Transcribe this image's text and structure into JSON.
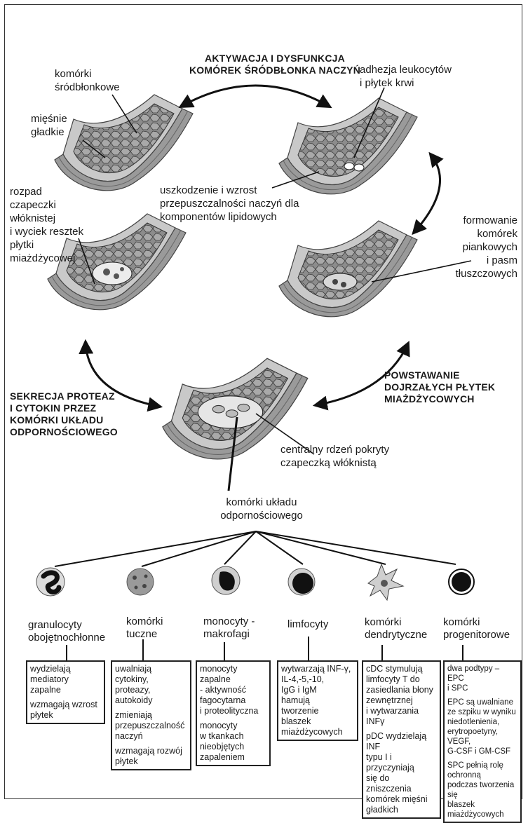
{
  "headings": {
    "top": "AKTYWACJA I DYSFUNKCJA\nKOMÓREK ŚRÓDBŁONKA NACZYŃ",
    "left": "SEKRECJA PROTEAZ\nI CYTOKIN PRZEZ\nKOMÓRKI UKŁADU\nODPORNOŚCIOWEGO",
    "right": "POWSTAWANIE\nDOJRZAŁYCH PŁYTEK\nMIAŻDŻYCOWYCH"
  },
  "labels": {
    "endothelial": "komórki\nśródbłonkowe",
    "smooth_muscle": "mięśnie\ngładkie",
    "adhesion": "adhezja leukocytów\ni płytek krwi",
    "damage": "uszkodzenie i wzrost\nprzepuszczalności naczyń dla\nkomponentów lipidowych",
    "rupture": "rozpad\nczapeczki\nwłóknistej\ni wyciek resztek\npłytki\nmiażdżycowej",
    "foam": "formowanie\nkomórek\npiankowych\ni pasm\ntłuszczowych",
    "core": "centralny rdzeń pokryty\nczapeczką włóknistą",
    "immune": "komórki układu\nodpornościowego"
  },
  "cells": [
    {
      "name": "granulocyty\nobojętnochłonne",
      "icon": "neutrophil-icon",
      "box": [
        "wydzielają\nmediatory zapalne",
        "wzmagają wzrost\npłytek"
      ]
    },
    {
      "name": "komórki\ntuczne",
      "icon": "mast-cell-icon",
      "box": [
        "uwalniają cytokiny,\nproteazy, autokoidy",
        "zmieniają\nprzepuszczalność\nnaczyń",
        "wzmagają rozwój\npłytek"
      ]
    },
    {
      "name": "monocyty -\nmakrofagi",
      "icon": "macrophage-icon",
      "box": [
        "monocyty zapalne\n- aktywność\nfagocytarna\ni proteolityczna",
        "monocyty\nw tkankach\nnieobjętych\nzapaleniem"
      ]
    },
    {
      "name": "limfocyty",
      "icon": "lymphocyte-icon",
      "box": [
        "wytwarzają INF-γ,\nIL-4,-5,-10,\nIgG i IgM\nhamują\ntworzenie\nblaszek\nmiażdżycowych"
      ]
    },
    {
      "name": "komórki\ndendrytyczne",
      "icon": "dendritic-cell-icon",
      "box": [
        "cDC stymulują\nlimfocyty T do\nzasiedlania błony\nzewnętrznej\ni wytwarzania INFγ",
        "pDC wydzielają INF\ntypu I i przyczyniają\nsię do zniszczenia\nkomórek mięśni\ngładkich"
      ]
    },
    {
      "name": "komórki\nprogenitorowe",
      "icon": "progenitor-cell-icon",
      "box": [
        "dwa podtypy – EPC\ni SPC",
        "EPC są uwalniane\nze szpiku w wyniku\nniedotlenienia,\nerytropoetyny, VEGF,\nG-CSF i GM-CSF",
        "SPC pełnią rolę ochronną\npodczas tworzenia się\nblaszek miażdżycowych"
      ]
    }
  ]
}
